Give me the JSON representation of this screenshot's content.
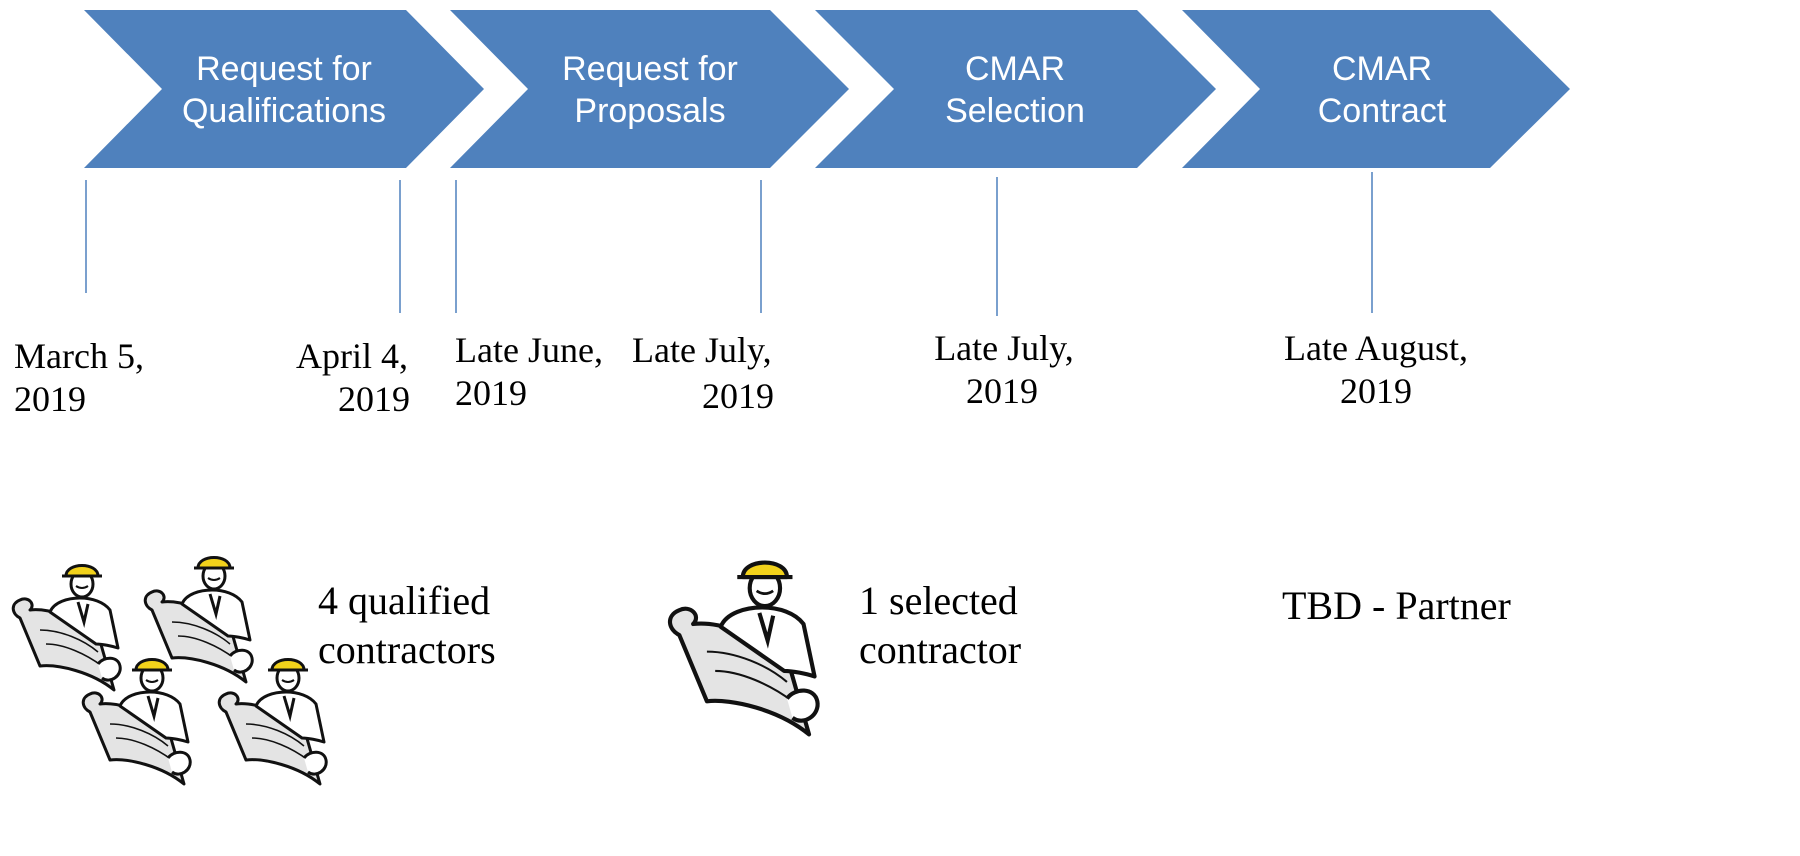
{
  "colors": {
    "chevron_fill": "#4f81bd",
    "chevron_text": "#ffffff",
    "tick_line": "#4f81bd",
    "helmet": "#f2d21b"
  },
  "stages": [
    {
      "line1": "Request for",
      "line2": "Qualifications"
    },
    {
      "line1": "Request for",
      "line2": "Proposals"
    },
    {
      "line1": "CMAR",
      "line2": "Selection"
    },
    {
      "line1": "CMAR",
      "line2": "Contract"
    }
  ],
  "dates": {
    "rfq_start": {
      "line1": "March 5,",
      "line2": "2019"
    },
    "rfq_end": {
      "line1": "April 4,",
      "line2": "2019"
    },
    "rfp_start": {
      "line1": "Late June,",
      "line2": "2019"
    },
    "rfp_end": {
      "line1": "Late July,",
      "line2": "2019"
    },
    "selection": {
      "line1": "Late July,",
      "line2": "2019"
    },
    "contract": {
      "line1": "Late August,",
      "line2": "2019"
    }
  },
  "notes": {
    "qualified": {
      "line1": "4 qualified",
      "line2": "contractors"
    },
    "selected": {
      "line1": "1 selected",
      "line2": "contractor"
    },
    "partner": "TBD - Partner"
  },
  "icons": {
    "contractor": "contractor-with-blueprint-icon"
  }
}
